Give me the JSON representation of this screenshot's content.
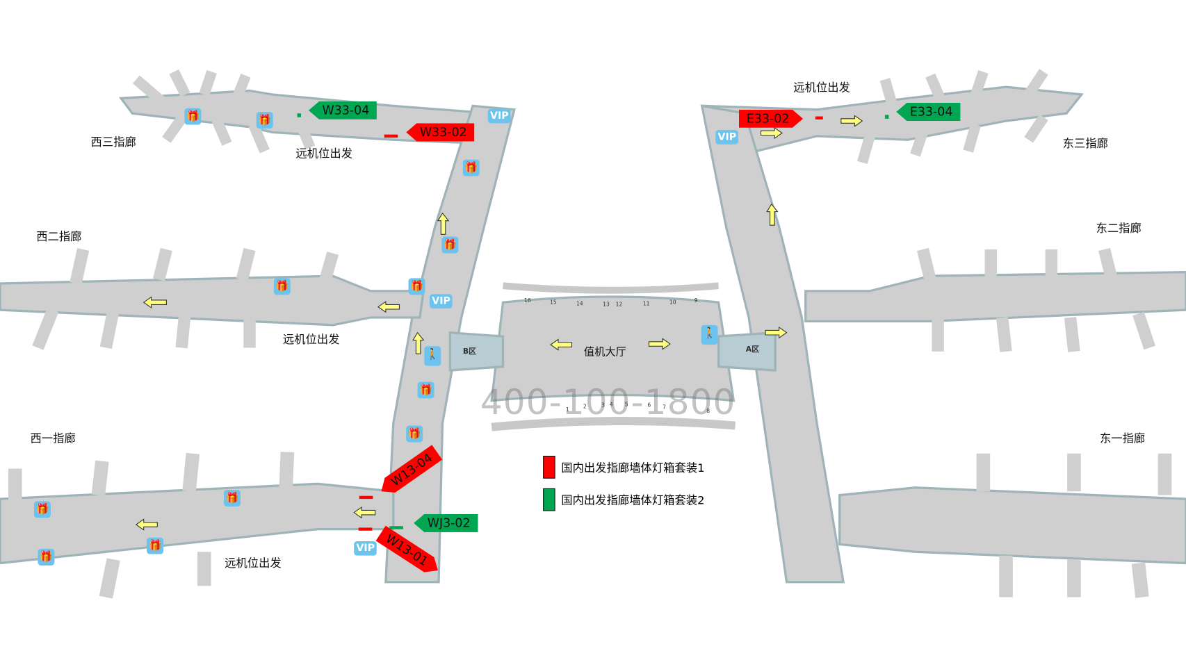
{
  "map": {
    "piers": {
      "west3": "西三指廊",
      "west2": "西二指廊",
      "west1": "西一指廊",
      "east3": "东三指廊",
      "east2": "东二指廊",
      "east1": "东一指廊"
    },
    "remote_departure": [
      "远机位出发",
      "远机位出发",
      "远机位出发",
      "远机位出发"
    ],
    "checkin_hall": "值机大厅",
    "zone_b": "B区",
    "zone_a": "A区",
    "vip": "VIP",
    "counters": [
      "16",
      "15",
      "14",
      "13",
      "12",
      "11",
      "10",
      "9",
      "1",
      "2",
      "3",
      "4",
      "5",
      "6",
      "7",
      "8"
    ],
    "watermark": "400-100-1800"
  },
  "tags": [
    {
      "id": "W33-04",
      "color": "green"
    },
    {
      "id": "W33-02",
      "color": "red"
    },
    {
      "id": "E33-02",
      "color": "red"
    },
    {
      "id": "E33-04",
      "color": "green"
    },
    {
      "id": "W13-04",
      "color": "red"
    },
    {
      "id": "WJ3-02",
      "color": "green"
    },
    {
      "id": "W13-01",
      "color": "red"
    }
  ],
  "legend": [
    {
      "label": "国内出发指廊墙体灯箱套装1",
      "color": "#ff0000"
    },
    {
      "label": "国内出发指廊墙体灯箱套装2",
      "color": "#00a651"
    }
  ],
  "colors": {
    "floor": "#cfcfcf",
    "edge": "#9fb4b8",
    "red": "#ff0000",
    "green": "#00a651",
    "icon": "#6cc3ee",
    "arrow": "#ffff80"
  }
}
